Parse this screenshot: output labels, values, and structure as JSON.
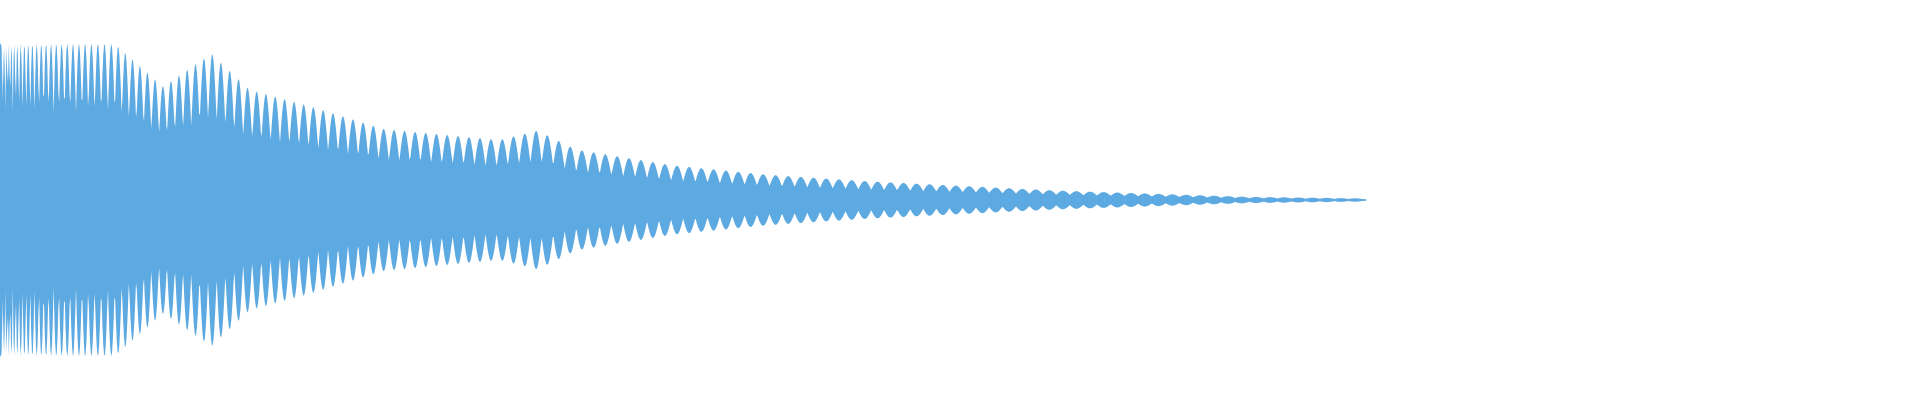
{
  "waveform": {
    "color": "#5DA9E1",
    "background": "#FFFFFF",
    "envelope": [
      {
        "t": 0.0,
        "amp": 0.99
      },
      {
        "t": 0.06,
        "amp": 0.99
      },
      {
        "t": 0.085,
        "amp": 0.72
      },
      {
        "t": 0.11,
        "amp": 0.93
      },
      {
        "t": 0.13,
        "amp": 0.7
      },
      {
        "t": 0.16,
        "amp": 0.6
      },
      {
        "t": 0.2,
        "amp": 0.45
      },
      {
        "t": 0.26,
        "amp": 0.38
      },
      {
        "t": 0.28,
        "amp": 0.44
      },
      {
        "t": 0.3,
        "amp": 0.32
      },
      {
        "t": 0.35,
        "amp": 0.22
      },
      {
        "t": 0.4,
        "amp": 0.16
      },
      {
        "t": 0.45,
        "amp": 0.12
      },
      {
        "t": 0.5,
        "amp": 0.09
      },
      {
        "t": 0.55,
        "amp": 0.06
      },
      {
        "t": 0.6,
        "amp": 0.04
      },
      {
        "t": 0.65,
        "amp": 0.02
      },
      {
        "t": 0.71,
        "amp": 0.01
      },
      {
        "t": 0.712,
        "amp": 0.0
      },
      {
        "t": 1.0,
        "amp": 0.0
      }
    ]
  }
}
